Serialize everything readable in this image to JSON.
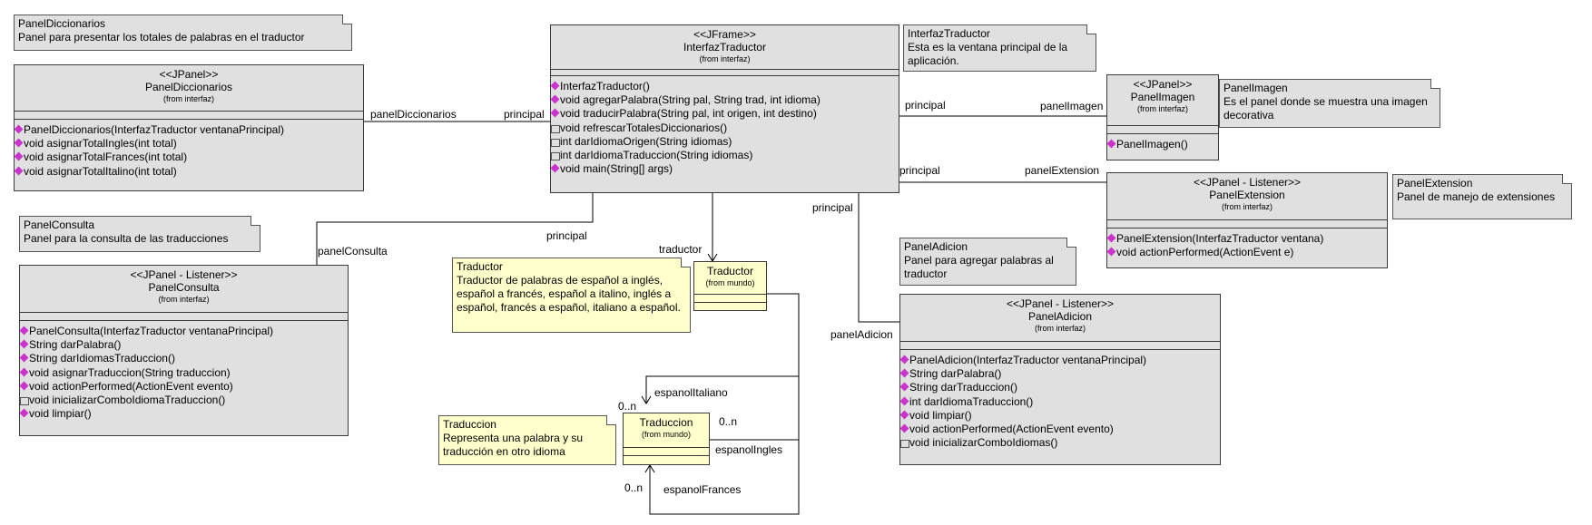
{
  "notes": {
    "panel_diccionarios": {
      "title": "PanelDiccionarios",
      "text": "Panel para presentar los totales de palabras en el traductor"
    },
    "interfaz_traductor": {
      "title": "InterfazTraductor",
      "text": "Esta es la ventana principal de la aplicación."
    },
    "panel_imagen": {
      "title": "PanelImagen",
      "text": "Es el panel donde se muestra una imagen decorativa"
    },
    "panel_extension": {
      "title": "PanelExtension",
      "text": "Panel de manejo de extensiones"
    },
    "panel_consulta": {
      "title": "PanelConsulta",
      "text": "Panel para la consulta de las traducciones"
    },
    "panel_adicion": {
      "title": "PanelAdicion",
      "text": "Panel para agregar palabras al traductor"
    },
    "traductor": {
      "title": "Traductor",
      "text": "Traductor de palabras de español a inglés, español a francés, español a italino, inglés a español, francés a español, italiano a español."
    },
    "traduccion": {
      "title": "Traduccion",
      "text": "Representa una palabra y su traducción en otro idioma"
    }
  },
  "classes": {
    "interfaz_traductor": {
      "stereotype": "<<JFrame>>",
      "name": "InterfazTraductor",
      "from": "(from interfaz)",
      "ops": [
        {
          "text": "InterfazTraductor()",
          "vis": "public"
        },
        {
          "text": "void agregarPalabra(String pal, String trad, int idioma)",
          "vis": "public"
        },
        {
          "text": "void traducirPalabra(String pal, int origen, int destino)",
          "vis": "public"
        },
        {
          "text": "void refrescarTotalesDiccionarios()",
          "vis": "protected"
        },
        {
          "text": "int darIdiomaOrigen(String idiomas)",
          "vis": "protected"
        },
        {
          "text": "int darIdiomaTraduccion(String idiomas)",
          "vis": "protected"
        },
        {
          "text": "void main(String[] args)",
          "vis": "public"
        }
      ]
    },
    "panel_diccionarios": {
      "stereotype": "<<JPanel>>",
      "name": "PanelDiccionarios",
      "from": "(from interfaz)",
      "ops": [
        {
          "text": "PanelDiccionarios(InterfazTraductor ventanaPrincipal)",
          "vis": "public"
        },
        {
          "text": "void asignarTotalIngles(int total)",
          "vis": "public"
        },
        {
          "text": "void asignarTotalFrances(int total)",
          "vis": "public"
        },
        {
          "text": "void asignarTotalItalino(int total)",
          "vis": "public"
        }
      ]
    },
    "panel_imagen": {
      "stereotype": "<<JPanel>>",
      "name": "PanelImagen",
      "from": "(from interfaz)",
      "ops": [
        {
          "text": "PanelImagen()",
          "vis": "public"
        }
      ]
    },
    "panel_extension": {
      "stereotype": "<<JPanel - Listener>>",
      "name": "PanelExtension",
      "from": "(from interfaz)",
      "ops": [
        {
          "text": "PanelExtension(InterfazTraductor ventana)",
          "vis": "public"
        },
        {
          "text": "void actionPerformed(ActionEvent e)",
          "vis": "public"
        }
      ]
    },
    "panel_consulta": {
      "stereotype": "<<JPanel - Listener>>",
      "name": "PanelConsulta",
      "from": "(from interfaz)",
      "ops": [
        {
          "text": "PanelConsulta(InterfazTraductor ventanaPrincipal)",
          "vis": "public"
        },
        {
          "text": "String darPalabra()",
          "vis": "public"
        },
        {
          "text": "String darIdiomasTraduccion()",
          "vis": "public"
        },
        {
          "text": "void asignarTraduccion(String traduccion)",
          "vis": "public"
        },
        {
          "text": "void actionPerformed(ActionEvent evento)",
          "vis": "public"
        },
        {
          "text": "void inicializarComboIdiomaTraduccion()",
          "vis": "protected"
        },
        {
          "text": "void limpiar()",
          "vis": "public"
        }
      ]
    },
    "panel_adicion": {
      "stereotype": "<<JPanel - Listener>>",
      "name": "PanelAdicion",
      "from": "(from interfaz)",
      "ops": [
        {
          "text": "PanelAdicion(InterfazTraductor ventanaPrincipal)",
          "vis": "public"
        },
        {
          "text": "String darPalabra()",
          "vis": "public"
        },
        {
          "text": "String darTraduccion()",
          "vis": "public"
        },
        {
          "text": "int darIdiomaTraduccion()",
          "vis": "public"
        },
        {
          "text": "void limpiar()",
          "vis": "public"
        },
        {
          "text": "void actionPerformed(ActionEvent evento)",
          "vis": "public"
        },
        {
          "text": "void inicializarComboIdiomas()",
          "vis": "protected"
        }
      ]
    },
    "traductor": {
      "name": "Traductor",
      "from": "(from mundo)"
    },
    "traduccion": {
      "name": "Traduccion",
      "from": "(from mundo)"
    }
  },
  "labels": {
    "panelDiccionarios": "panelDiccionarios",
    "principal": "principal",
    "panelImagen": "panelImagen",
    "panelExtension": "panelExtension",
    "panelConsulta": "panelConsulta",
    "panelAdicion": "panelAdicion",
    "traductor": "traductor",
    "espanolItaliano": "espanolItaliano",
    "espanolIngles": "espanolIngles",
    "espanolFrances": "espanolFrances",
    "mult": "0..n"
  }
}
